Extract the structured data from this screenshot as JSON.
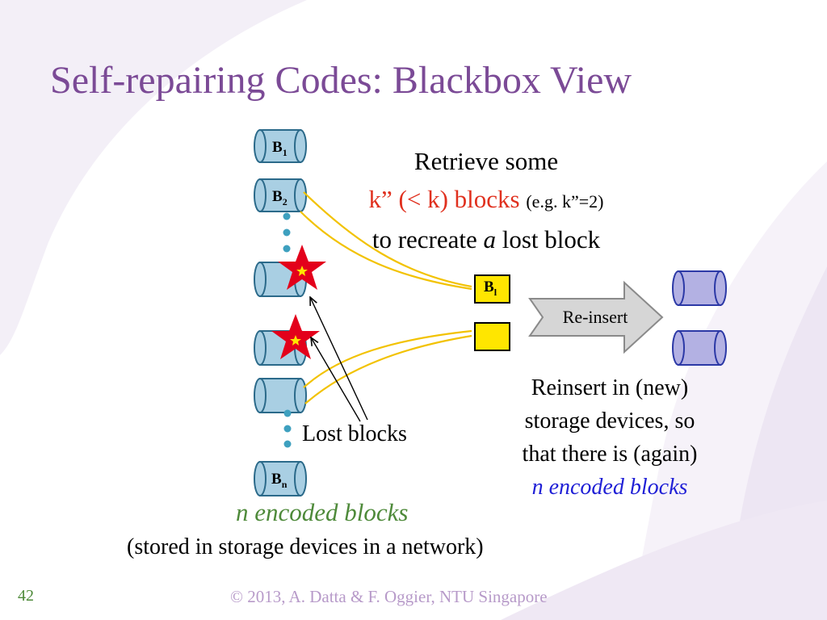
{
  "title": "Self-repairing Codes: Blackbox View",
  "blocks": {
    "b1": {
      "base": "B",
      "sub": "1"
    },
    "b2": {
      "base": "B",
      "sub": "2"
    },
    "bn": {
      "base": "B",
      "sub": "n"
    },
    "retrieved": {
      "base": "B",
      "sub": "l"
    }
  },
  "retrieve_text": {
    "line1": "Retrieve some",
    "line2_main": "k” (< k) blocks",
    "line2_note": "(e.g. k”=2)",
    "line3_pre": "to recreate",
    "line3_em": "a",
    "line3_post": "lost block"
  },
  "reinsert_label": "Re-insert",
  "reinsert_text": {
    "line1": "Reinsert in (new)",
    "line2": "storage devices, so",
    "line3": "that there is (again)",
    "line4": "n encoded blocks"
  },
  "lost_blocks_label": "Lost blocks",
  "encoded_label": "n encoded blocks",
  "encoded_note": "(stored in storage devices in a network)",
  "footer": {
    "slide_number": "42",
    "copyright": "© 2013, A. Datta & F. Oggier, NTU Singapore"
  },
  "colors": {
    "title": "#7b4a96",
    "cylinder_blue": "#a9cfe3",
    "cylinder_purple": "#b3b1e3",
    "box_yellow": "#ffe600",
    "curve_gold": "#f2c200",
    "star_red": "#e3001b",
    "dots_teal": "#3ea0bf"
  }
}
